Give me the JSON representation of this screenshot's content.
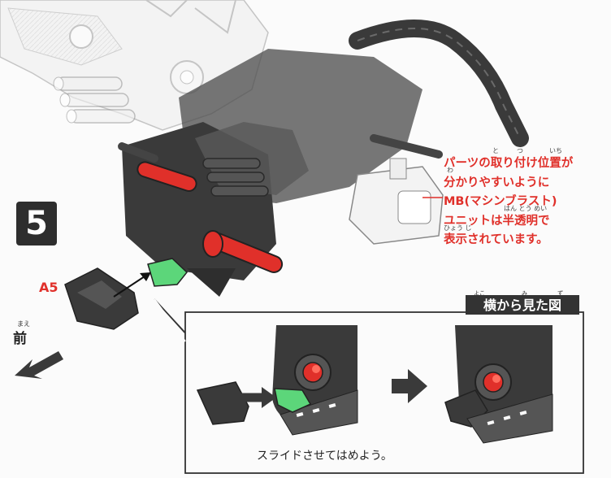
{
  "step": {
    "number": "5"
  },
  "part": {
    "label": "A5"
  },
  "front": {
    "label": "前",
    "ruby": "まえ"
  },
  "note": {
    "lines": [
      "パーツの取り付け位置が",
      "分かりやすいように",
      "MB(マシンブラスト)",
      "ユニットは半透明で",
      "表示されています。"
    ],
    "ruby": {
      "tori": "と",
      "tsu": "つ",
      "ichi": "いち",
      "wa": "わ",
      "hantoumei": "はん とう めい",
      "hyouji": "ひょう じ"
    }
  },
  "inset": {
    "title": "横から見た図",
    "ruby": {
      "yoko": "よこ",
      "mi": "み",
      "zu": "ず"
    },
    "caption": "スライドさせてはめよう。"
  },
  "colors": {
    "accent_red": "#e0302a",
    "part_green": "#5cd67a",
    "dark_part": "#3a3a3a"
  }
}
